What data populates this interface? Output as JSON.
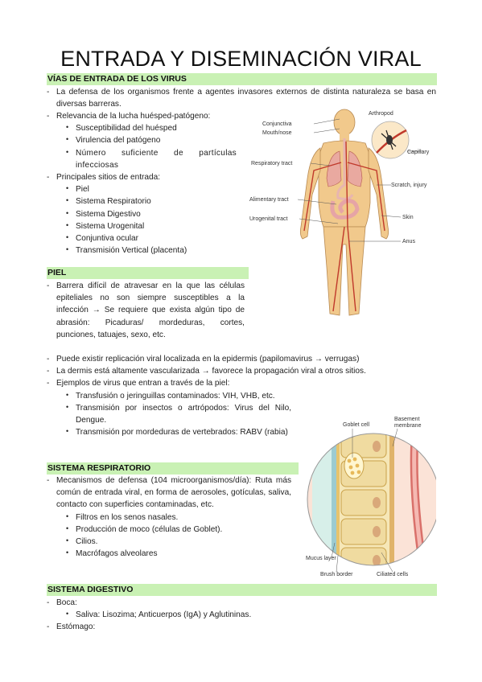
{
  "title": "ENTRADA Y DISEMINACIÓN VIRAL",
  "sections": {
    "vias": {
      "header": "VÍAS DE ENTRADA DE LOS VIRUS",
      "b1": "La defensa de los organismos frente a agentes invasores externos de distinta naturaleza se basa en diversas barreras.",
      "b2": "Relevancia de la lucha huésped-patógeno:",
      "b2_items": [
        "Susceptibilidad del huésped",
        "Virulencia del patógeno",
        "Número suficiente de partículas infecciosas"
      ],
      "b3": "Principales sitios de entrada:",
      "b3_items": [
        "Piel",
        "Sistema Respiratorio",
        "Sistema Digestivo",
        "Sistema Urogenital",
        "Conjuntiva ocular",
        "Transmisión Vertical (placenta)"
      ]
    },
    "piel": {
      "header": "PIEL",
      "b1": "Barrera difícil de atravesar en la que las células epiteliales no son siempre susceptibles a la infección → Se requiere que exista algún tipo de abrasión: Picaduras/ mordeduras, cortes, punciones, tatuajes, sexo, etc.",
      "b2": "Puede existir replicación viral localizada en la epidermis (papilomavirus → verrugas)",
      "b3": "La dermis está altamente vascularizada → favorece la propagación viral a otros sitios.",
      "b4": "Ejemplos de virus que entran a través de la piel:",
      "b4_items": [
        "Transfusión o jeringuillas contaminados: VIH, VHB, etc.",
        "Transmisión por insectos o artrópodos: Virus del Nilo, Dengue.",
        "Transmisión por mordeduras de vertebrados: RABV (rabia)"
      ]
    },
    "resp": {
      "header": "SISTEMA RESPIRATORIO",
      "b1": "Mecanismos de defensa (104 microorganismos/día): Ruta más común de entrada viral, en forma de aerosoles, gotículas, saliva, contacto con superficies contaminadas, etc.",
      "b1_items": [
        "Filtros en los senos nasales.",
        "Producción de moco (células de Goblet).",
        "Cilios.",
        "Macrófagos alveolares"
      ]
    },
    "dig": {
      "header": "SISTEMA DIGESTIVO",
      "b1": "Boca:",
      "b1_items": [
        "Saliva: Lisozima; Anticuerpos (IgA) y Aglutininas."
      ],
      "b2": "Estómago:"
    }
  },
  "figure_body": {
    "labels": {
      "arthropod": "Arthropod",
      "conjunctiva": "Conjunctiva",
      "mouth": "Mouth/nose",
      "respiratory": "Respiratory tract",
      "capillary": "Capillary",
      "scratch": "Scratch, injury",
      "alimentary": "Alimentary tract",
      "skin": "Skin",
      "urogenital": "Urogenital tract",
      "anus": "Anus"
    }
  },
  "figure_cells": {
    "labels": {
      "goblet": "Goblet cell",
      "basement1": "Basement",
      "basement2": "membrane",
      "mucus": "Mucus layer",
      "brush": "Brush border",
      "ciliated": "Ciliated cells"
    }
  },
  "colors": {
    "header_bg": "#c9f1b4",
    "skin": "#f1c98c",
    "vessel": "#c0392b",
    "lung": "#e9a9a0"
  }
}
